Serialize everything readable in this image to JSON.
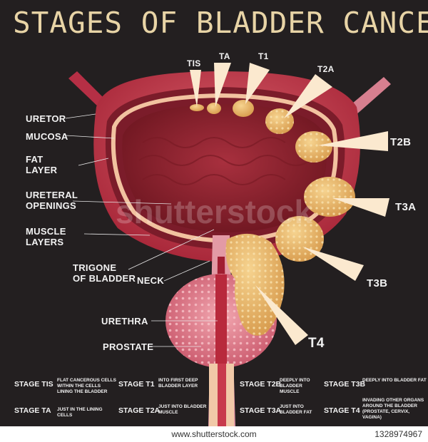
{
  "title": "STAGES OF BLADDER CANCER",
  "anatomy_labels": {
    "uretor": "URETOR",
    "mucosa": "MUCOSA",
    "fat_layer": "FAT\nLAYER",
    "ureteral_openings": "URETERAL\nOPENINGS",
    "muscle_layers": "MUSCLE\nLAYERS",
    "trigone": "TRIGONE\nOF BLADDER",
    "neck": "NECK",
    "urethra": "URETHRA",
    "prostate": "PROSTATE"
  },
  "stage_labels": {
    "tis": "TIS",
    "ta": "TA",
    "t1": "T1",
    "t2a": "T2A",
    "t2b": "T2B",
    "t3a": "T3A",
    "t3b": "T3B",
    "t4": "T4"
  },
  "legend": [
    {
      "name": "STAGE TIS",
      "desc": "FLAT CANCEROUS CELLS WITHIN THE CELLS LINING THE BLADDER"
    },
    {
      "name": "STAGE T1",
      "desc": "INTO FIRST DEEP BLADDER LAYER"
    },
    {
      "name": "STAGE T2B",
      "desc": "DEEPLY INTO BLADDER MUSCLE"
    },
    {
      "name": "STAGE T3B",
      "desc": "DEEPLY INTO BLADDER FAT"
    },
    {
      "name": "STAGE TA",
      "desc": "JUST IN THE LINING CELLS"
    },
    {
      "name": "STAGE T2A",
      "desc": "JUST INTO BLADDER MUSCLE"
    },
    {
      "name": "STAGE T3A",
      "desc": "JUST INTO BLADDER FAT"
    },
    {
      "name": "STAGE T4",
      "desc": "INVADING OTHER ORGANS AROUND THE BLADDER (PROSTATE, CERVIX, VAGINA)"
    }
  ],
  "watermark": "shutterstock",
  "footer": {
    "url": "www.shutterstock.com",
    "id": "1328974967"
  },
  "colors": {
    "background": "#231f20",
    "title": "#e8d4a6",
    "bladder_outer": "#c23a4a",
    "bladder_inner": "#8e1f2c",
    "fat_layer": "#f2c2a0",
    "tumor": "#e9b86a",
    "arrow": "#fbe9cf",
    "prostate": "#e6808c"
  }
}
